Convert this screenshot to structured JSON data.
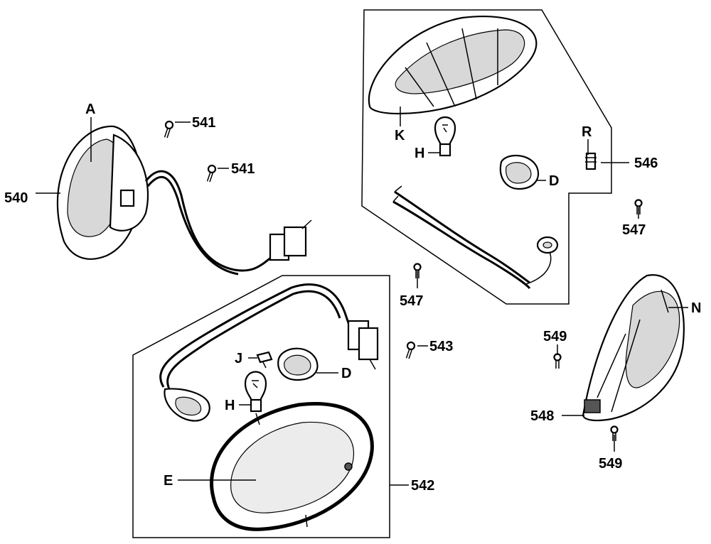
{
  "labels": {
    "l540": "540",
    "lA": "A",
    "l541a": "541",
    "l541b": "541",
    "lK": "K",
    "lH1": "H",
    "lR": "R",
    "l546": "546",
    "lD1": "D",
    "l547a": "547",
    "l547b": "547",
    "lN": "N",
    "l549a": "549",
    "l549b": "549",
    "l548": "548",
    "l543": "543",
    "lJ": "J",
    "lD2": "D",
    "lH2": "H",
    "lE": "E",
    "l542": "542"
  }
}
